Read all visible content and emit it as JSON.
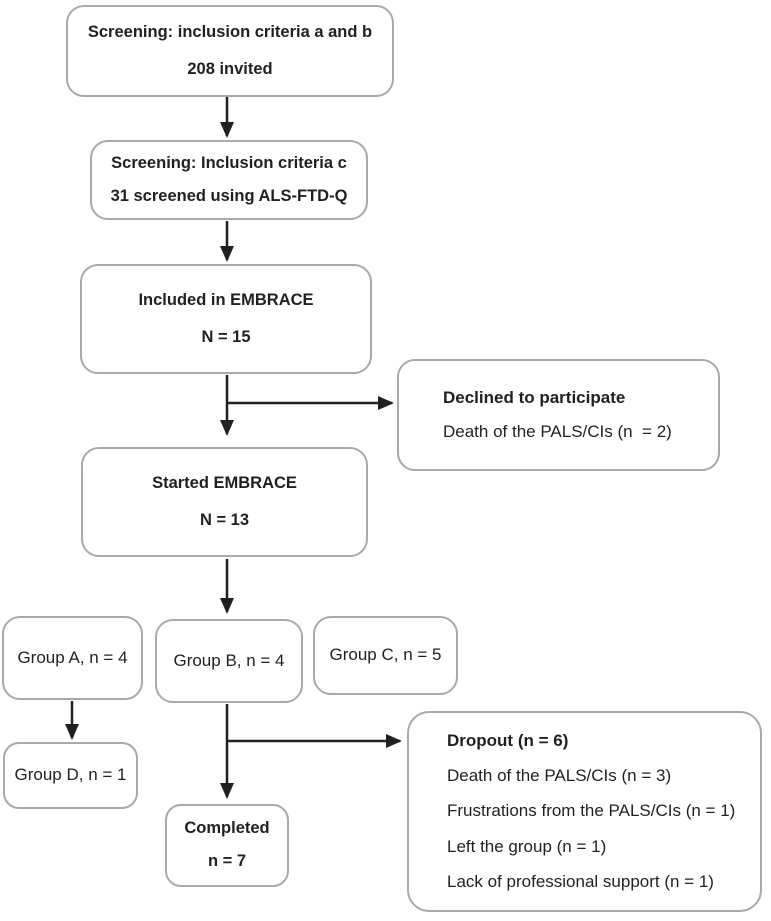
{
  "diagram": {
    "title_semantic": "EMBRACE trial participant flow diagram",
    "colors": {
      "box_border": "#a7a9ac",
      "arrow": "#231f20",
      "text": "#231f20",
      "background": "#ffffff"
    },
    "boxes": {
      "screening_ab": {
        "line1": "Screening: inclusion criteria a and b",
        "line2": "208 invited"
      },
      "screening_c": {
        "line1": "Screening: Inclusion criteria c",
        "line2": "31 screened using ALS-FTD-Q"
      },
      "included": {
        "line1": "Included in EMBRACE",
        "line2": "N = 15"
      },
      "declined": {
        "title": "Declined to participate",
        "reason": "Death of the PALS/CIs (n  = 2)"
      },
      "started": {
        "line1": "Started EMBRACE",
        "line2": "N = 13"
      },
      "group_a": {
        "label": "Group A, n = 4"
      },
      "group_b": {
        "label": "Group B, n = 4"
      },
      "group_c": {
        "label": "Group C, n = 5"
      },
      "group_d": {
        "label": "Group D, n = 1"
      },
      "completed": {
        "line1": "Completed",
        "line2": "n = 7"
      },
      "dropout": {
        "title": "Dropout (n = 6)",
        "reasons": [
          "Death of the PALS/CIs (n = 3)",
          "Frustrations from the PALS/CIs (n = 1)",
          "Left the group (n = 1)",
          "Lack of professional support (n = 1)"
        ]
      }
    }
  }
}
